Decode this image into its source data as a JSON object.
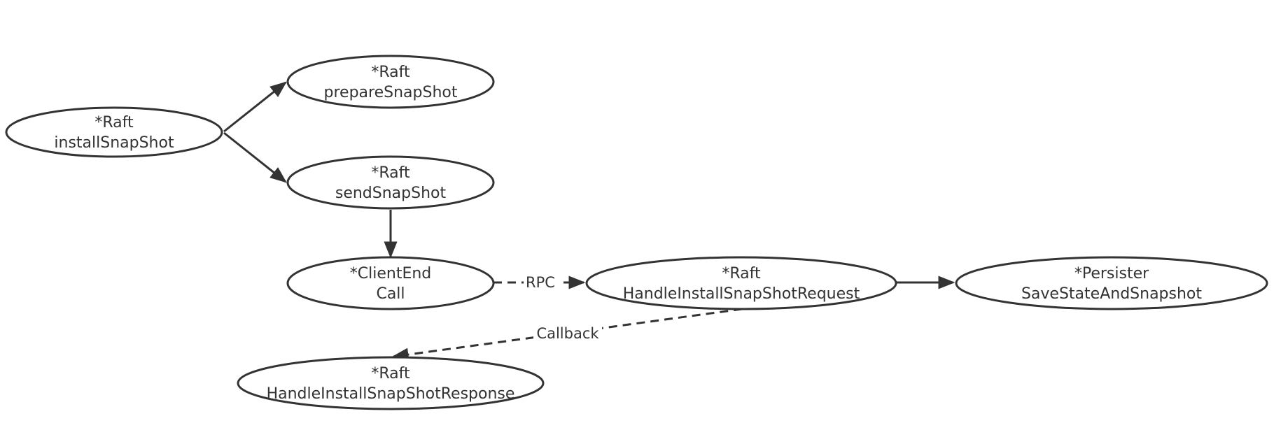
{
  "nodes": {
    "install": {
      "line1": "*Raft",
      "line2": "installSnapShot"
    },
    "prepare": {
      "line1": "*Raft",
      "line2": "prepareSnapShot"
    },
    "send": {
      "line1": "*Raft",
      "line2": "sendSnapShot"
    },
    "client": {
      "line1": "*ClientEnd",
      "line2": "Call"
    },
    "handle_request": {
      "line1": "*Raft",
      "line2": "HandleInstallSnapShotRequest"
    },
    "persister": {
      "line1": "*Persister",
      "line2": "SaveStateAndSnapshot"
    },
    "handle_response": {
      "line1": "*Raft",
      "line2": "HandleInstallSnapShotResponse"
    }
  },
  "edges": {
    "rpc_label": "RPC",
    "callback_label": "Callback"
  },
  "colors": {
    "stroke": "#333333",
    "background": "#ffffff"
  }
}
